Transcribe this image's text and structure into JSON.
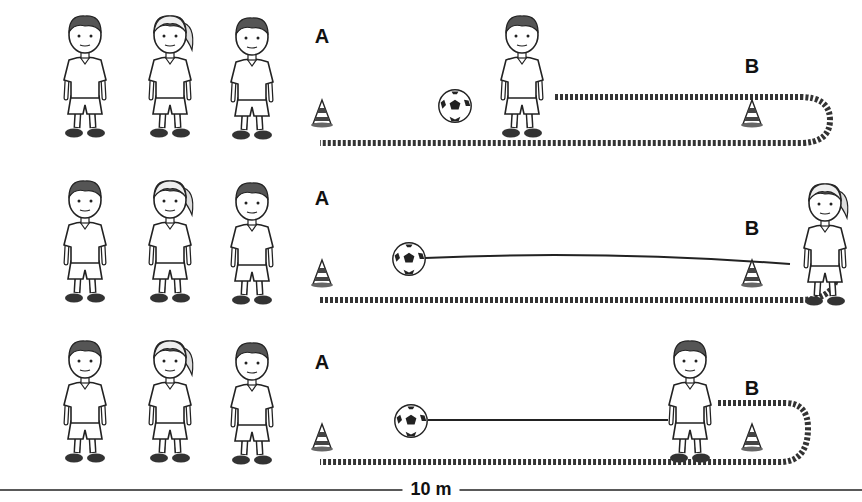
{
  "diagram": {
    "labels": [
      "A",
      "B",
      "A",
      "B",
      "A",
      "B",
      "10 m"
    ]
  }
}
